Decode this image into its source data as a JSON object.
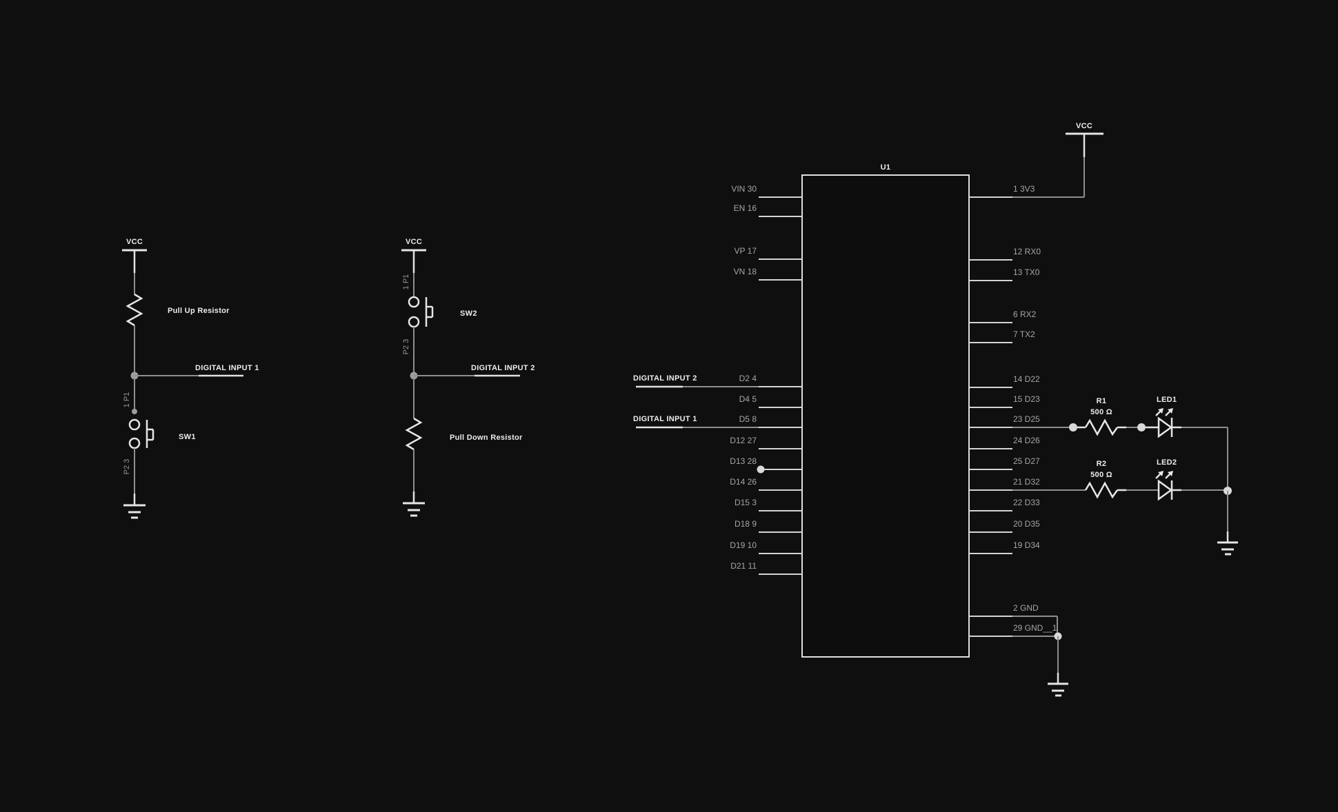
{
  "canvas": {
    "background": "#0f0f0f",
    "wire_color": "#8f8f8f",
    "symbol_color": "#e6e6e6",
    "label_color": "#ededed",
    "pin_label_color": "#a6a6a6"
  },
  "pullup_circuit": {
    "power_label": "VCC",
    "resistor_label": "Pull Up Resistor",
    "net_label": "DIGITAL INPUT 1",
    "switch_label": "SW1",
    "switch_pin_top": "1 P1",
    "switch_pin_bottom": "P2 3"
  },
  "pulldown_circuit": {
    "power_label": "VCC",
    "switch_label": "SW2",
    "switch_pin_top": "1 P1",
    "switch_pin_bottom": "P2 3",
    "net_label": "DIGITAL INPUT 2",
    "resistor_label": "Pull Down Resistor"
  },
  "ic": {
    "designator": "U1",
    "left_pins": [
      "VIN 30",
      "EN 16",
      "VP 17",
      "VN 18",
      "D2 4",
      "D4 5",
      "D5 8",
      "D12 27",
      "D13 28",
      "D14 26",
      "D15 3",
      "D18 9",
      "D19 10",
      "D21 11"
    ],
    "right_pins": [
      "1 3V3",
      "12 RX0",
      "13 TX0",
      "6 RX2",
      "7 TX2",
      "14 D22",
      "15 D23",
      "23 D25",
      "24 D26",
      "25 D27",
      "21 D32",
      "22 D33",
      "20 D35",
      "19 D34",
      "2 GND",
      "29 GND__1"
    ],
    "net_labels": {
      "d2": "DIGITAL INPUT 2",
      "d5": "DIGITAL INPUT 1"
    }
  },
  "power": {
    "vcc_right": "VCC"
  },
  "led_driver": {
    "r1_name": "R1",
    "r1_value": "500 Ω",
    "led1_name": "LED1",
    "r2_name": "R2",
    "r2_value": "500 Ω",
    "led2_name": "LED2"
  }
}
